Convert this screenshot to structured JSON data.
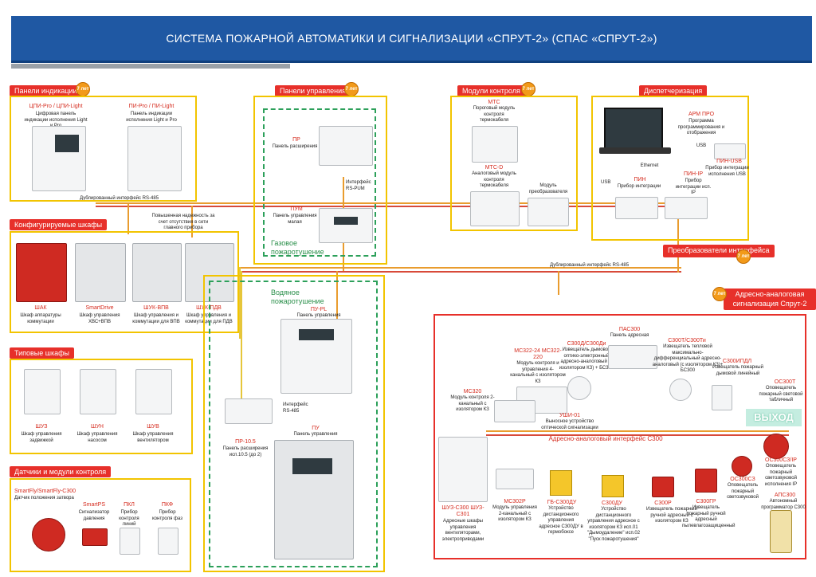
{
  "header": {
    "title": "СИСТЕМА ПОЖАРНОЙ АВТОМАТИКИ  И СИГНАЛИЗАЦИИ «СПРУТ-2» (СПАС «СПРУТ-2»)"
  },
  "badge": "7 лет",
  "sections": {
    "indication": "Панели индикации",
    "control_panels": "Панели управления",
    "control_modules": "Модули контроля",
    "dispatch": "Диспетчеризация",
    "configurable": "Конфигурируемые шкафы",
    "converters": "Преобразователи интерфейса",
    "address": "Адресно-аналоговая сигнализация Спрут-2",
    "typical": "Типовые шкафы",
    "sensors": "Датчики и модули контроля"
  },
  "indication": {
    "cpi_name": "ЦПИ-Pro / ЦПИ-Light",
    "cpi_desc": "Цифровая панель индикации исполнения Light и Pro",
    "pi_name": "ПИ-Pro / ПИ-Light",
    "pi_desc": "Панель индикации исполнения Light и Pro"
  },
  "wires": {
    "rs485_top": "Дублированный интерфейс RS-485",
    "rs485_mid": "Дублированный интерфейс RS-485",
    "reliability": "Повышенная надежность за счет отсутствия в сети главного прибора",
    "rs_pum": "Интерфейс RS-PUM",
    "rs_485": "Интерфейс RS-485"
  },
  "cabinets": [
    {
      "name": "ШАК",
      "desc": "Шкаф аппаратуры коммутации"
    },
    {
      "name": "SmartDrive",
      "desc": "Шкаф управления ХВС+ВПВ"
    },
    {
      "name": "ШУК-ВПВ",
      "desc": "Шкаф управления и коммутации для ВПВ"
    },
    {
      "name": "ШУК-ПДВ",
      "desc": "Шкаф управления и коммутации для ПДВ"
    }
  ],
  "panels": {
    "pr_name": "ПР",
    "pr_desc": "Панель расширения",
    "pum_name": "ПУМ",
    "pum_desc": "Панель управления малая",
    "gas": "Газовое пожаротушение",
    "water": "Водяное пожаротушение",
    "pupl_name": "ПУ-PL",
    "pupl_desc": "Панель управления",
    "pr105_name": "ПР-10.5",
    "pr105_desc": "Панель расширения исп.10.5 (до 2)",
    "pu_name": "ПУ",
    "pu_desc": "Панель управления"
  },
  "modules": {
    "mtc_name": "МТС",
    "mtc_desc": "Пороговый модуль контроля термокабеля",
    "mtcd_name": "МТС-D",
    "mtcd_desc": "Аналоговый модуль контроля термокабеля",
    "conv_desc": "Модуль преобразователя"
  },
  "dispatch": {
    "arm_name": "АРМ ПРО",
    "arm_desc": "Программа программирования и отображения",
    "usb": "USB",
    "pinusb_name": "ПИН-USB",
    "pinusb_desc": "Прибор интеграции исполнения USB",
    "ethernet": "Ethernet",
    "pinip_name": "ПИН-IP",
    "pinip_desc": "Прибор интеграции исп. IP",
    "pin_name": "ПИН",
    "pin_desc": "Прибор интеграции",
    "usb_vert": "USB"
  },
  "address": {
    "mc32224_name": "МС322-24 МС322-220",
    "mc32224_desc": "Модуль контроля и управления 4-канальный с изолятором КЗ",
    "s300d_name": "С300Д/С300Ди",
    "s300d_desc": "Извещатель дымовой оптико-электронный адресно-аналоговый (с изолятором КЗ) + БС300",
    "pas_name": "ПАС300",
    "pas_desc": "Панель адресная",
    "s300t_name": "С300Т/С300Ти",
    "s300t_desc": "Извещатель тепловой максимально-дифференциальный адресно-аналоговый (с изолятором КЗ)+ БС300",
    "s300ipdl_name": "С300ИПДЛ",
    "s300ipdl_desc": "Извещатель пожарный дымовой линейный",
    "mc320_name": "МС320",
    "mc320_desc": "Модуль контроля 2-канальный с изолятором КЗ",
    "ushi_name": "УШИ-01",
    "ushi_desc": "Выносное устройство оптической сигнализации",
    "s300t_tab_name": "ОС300Т",
    "s300t_tab_desc": "Оповещатель пожарный световой табличный",
    "exit_sign": "ВЫХОД",
    "interface": "Адресно-аналоговый интерфейс С300",
    "shuz_name": "ШУЗ-С300 ШУЗ-С301",
    "shuz_desc": "Адресные шкафы управления вентиляторами, электроприводами",
    "mc302_name": "МС302Р",
    "mc302_desc": "Модуль управления 2-канальный с изолятором КЗ",
    "gs300_name": "ГБ-С300ДУ",
    "gs300_desc": "Устройство дистанционного управления адресное С300ДУ в гермобоксе",
    "s300du_name": "С300ДУ",
    "s300du_desc": "Устройство дистанционного управления адресное с изолятором КЗ исп.01 \"Дымоудаление\" исп.02 \"Пуск пожаротушения\"",
    "s300r_name": "С300Р",
    "s300r_desc": "Извещатель пожарный ручной адресный с изолятором КЗ",
    "s300gr_name": "С300ГР",
    "s300gr_desc": "Извещатель пожарный ручной адресный пылевлагозащищенный",
    "os300z_name": "ОС300СЗ",
    "os300z_desc": "Оповещатель пожарный светозвуковой",
    "os300szip_name": "ОС300СЗ/IP",
    "os300szip_desc": "Оповещатель пожарный светозвуковой исполнения IP",
    "aps_name": "АПС300",
    "aps_desc": "Автономный программатор С300"
  },
  "typical": [
    {
      "name": "ШУЗ",
      "desc": "Шкаф управления задвижкой"
    },
    {
      "name": "ШУН",
      "desc": "Шкаф управления насосом"
    },
    {
      "name": "ШУВ",
      "desc": "Шкаф управления вентилятором"
    }
  ],
  "sensors": {
    "smartfly_name": "SmartFly/SmartFly-C300",
    "smartfly_desc": "Датчик положения затвора",
    "smartps_name": "SmartPS",
    "smartps_desc": "Сигнализатор давления",
    "pkl_name": "ПКЛ",
    "pkl_desc": "Прибор контроля линий",
    "pkf_name": "ПКФ",
    "pkf_desc": "Прибор контроля фаз"
  },
  "colors": {
    "banner": "#1f58a3",
    "section_label": "#e7302a",
    "frame": "#f2c400",
    "gas_dash": "#2ca05a",
    "wire": "#e99c2e"
  }
}
